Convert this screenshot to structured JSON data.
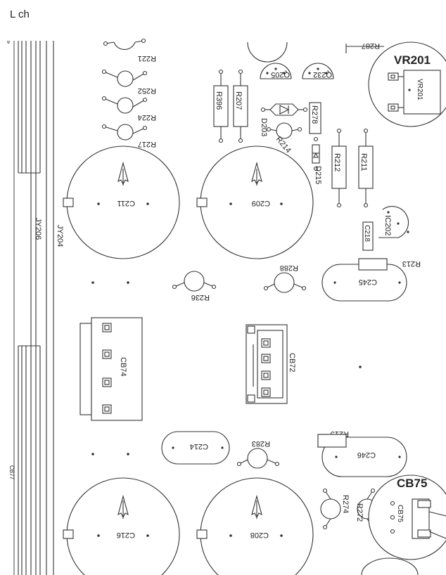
{
  "page_label": "L ch",
  "components": {
    "R221": "R221",
    "R252": "R252",
    "R224": "R224",
    "R217": "R217",
    "R396": "R396",
    "R207": "R207",
    "Q205": "Q205",
    "Q232": "Q232",
    "R287": "R287",
    "D203": "D203",
    "R214": "R214",
    "R278": "R278",
    "D215": "D215",
    "R212": "R212",
    "R211": "R211",
    "C211": "C211",
    "C209": "C209",
    "IC202": "IC202",
    "C218": "C218",
    "JY206": "JY206",
    "JY204": "JY204",
    "R213": "R213",
    "R288": "R288",
    "C245": "C245",
    "R236": "R236",
    "CB74": "CB74",
    "CB72": "CB72",
    "R215": "R215",
    "C214": "C214",
    "R283": "R283",
    "C246": "C246",
    "C216": "C216",
    "C208": "C208",
    "R274": "R274",
    "R272": "R272",
    "CB75": "CB75"
  },
  "callouts": {
    "vr201_title": "VR201",
    "vr201_inner": "VR201",
    "cb75_title": "CB75",
    "cb75_inner": "CB75"
  },
  "edge_fragments": {
    "top_left": "a",
    "left_cut": "CB77"
  }
}
